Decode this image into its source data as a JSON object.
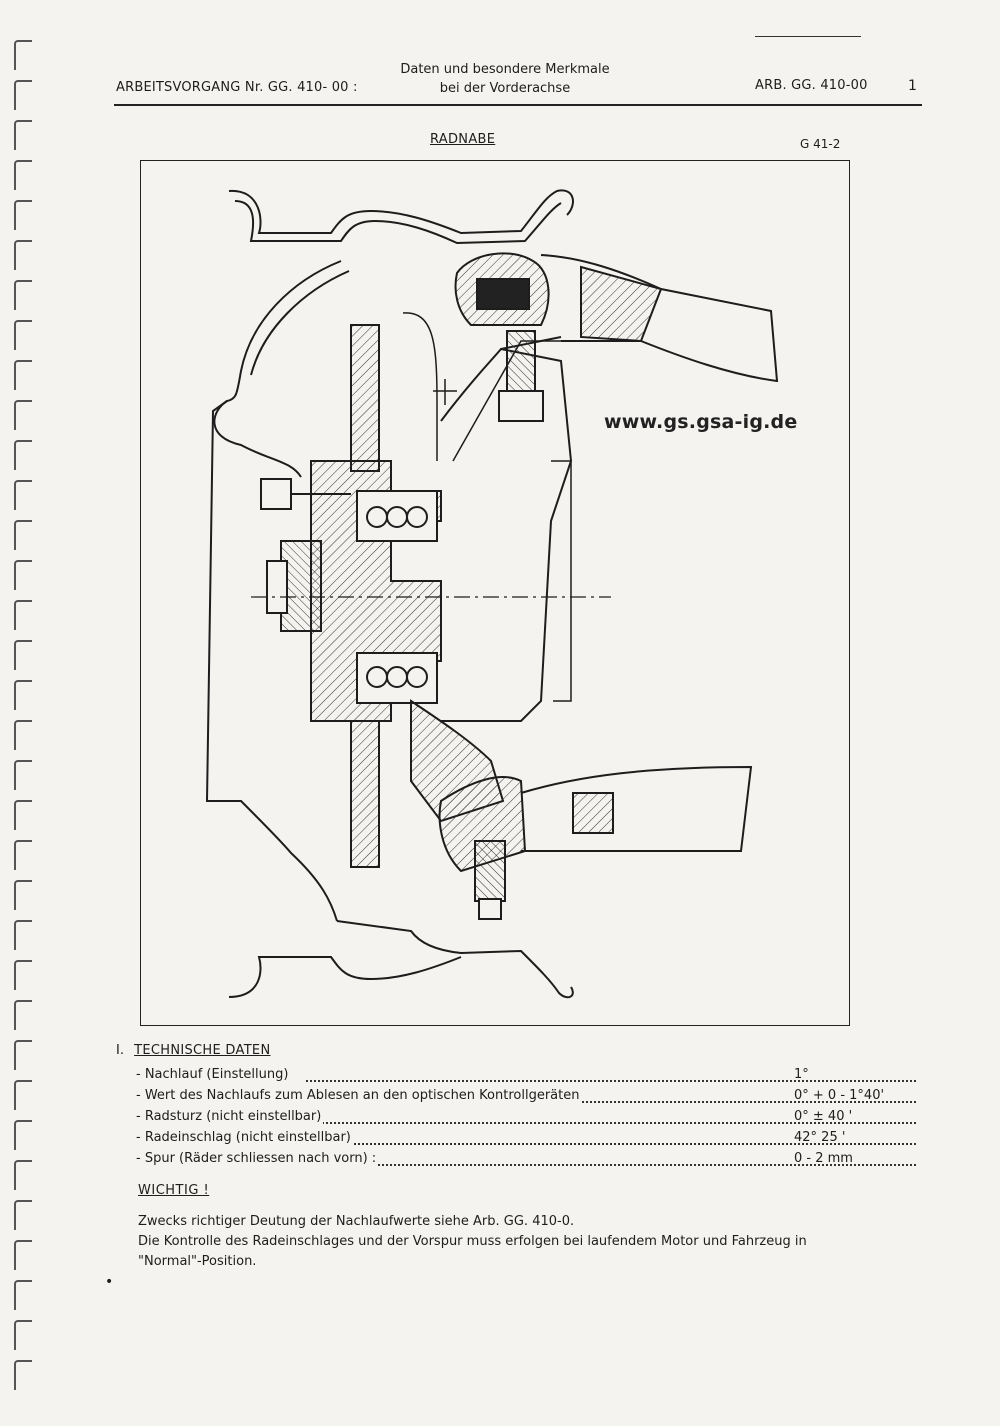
{
  "header": {
    "left": "ARBEITSVORGANG Nr. GG. 410- 00 :",
    "center_line1": "Daten und besondere Merkmale",
    "center_line2": "bei der Vorderachse",
    "right": "ARB. GG. 410-00",
    "page": "1"
  },
  "figure": {
    "title": "RADNABE",
    "code": "G 41-2",
    "watermark": "www.gs.gsa-ig.de",
    "icon": "wheel-hub-cross-section-icon"
  },
  "section": {
    "number": "I.",
    "title": "TECHNISCHE DATEN",
    "items": [
      {
        "label": "- Nachlauf (Einstellung)",
        "value": "1°"
      },
      {
        "label": "- Wert des Nachlaufs zum Ablesen an den optischen Kontrollgeräten",
        "value": "0° + 0 - 1°40'"
      },
      {
        "label": "- Radsturz (nicht einstellbar)",
        "value": "0° ± 40 '"
      },
      {
        "label": "- Radeinschlag (nicht einstellbar)",
        "value": "42° 25 '"
      },
      {
        "label": "- Spur (Räder schliessen nach vorn) :",
        "value": "0 - 2 mm"
      }
    ]
  },
  "warning": {
    "title": "WICHTIG !",
    "line1": "Zwecks richtiger Deutung der Nachlaufwerte siehe Arb. GG. 410-0.",
    "line2": "Die Kontrolle des Radeinschlages und der Vorspur muss erfolgen bei laufendem Motor und Fahrzeug in",
    "line3": "\"Normal\"-Position."
  }
}
